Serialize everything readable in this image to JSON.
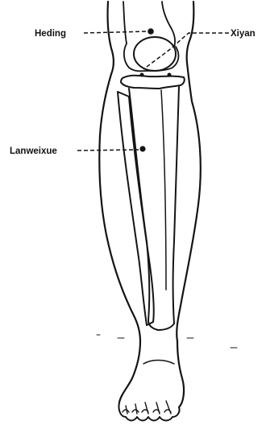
{
  "labels": {
    "heding": "Heding",
    "xiyan": "Xiyan",
    "lanweixue": "Lanweixue"
  },
  "colors": {
    "ink": "#141414",
    "paper": "#ffffff"
  }
}
